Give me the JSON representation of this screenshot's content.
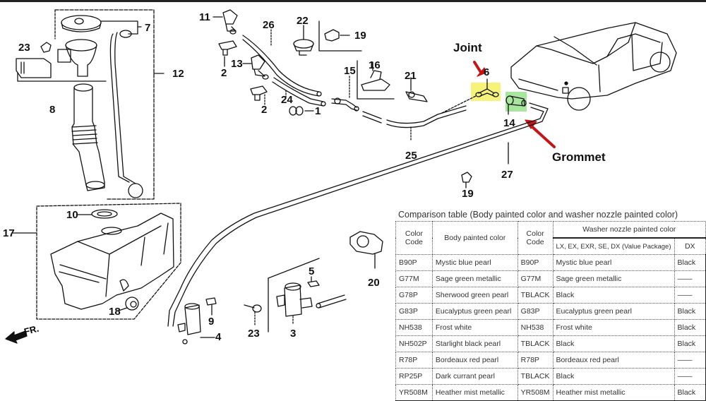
{
  "diagram": {
    "part_labels": {
      "p1": "1",
      "p2a": "2",
      "p2b": "2",
      "p3": "3",
      "p4": "4",
      "p5": "5",
      "p6": "6",
      "p7": "7",
      "p8": "8",
      "p9": "9",
      "p10": "10",
      "p11": "11",
      "p12": "12",
      "p13": "13",
      "p14": "14",
      "p15": "15",
      "p16": "16",
      "p17": "17",
      "p18": "18",
      "p19a": "19",
      "p19b": "19",
      "p20": "20",
      "p21": "21",
      "p22": "22",
      "p23a": "23",
      "p23b": "23",
      "p24": "24",
      "p25": "25",
      "p26": "26",
      "p27": "27"
    },
    "direction_label": "FR.",
    "annotations": {
      "joint": "Joint",
      "grommet": "Grommet"
    },
    "colors": {
      "joint_highlight": "#f6f27a",
      "grommet_highlight": "#a8e6a0",
      "arrow": "#c0171b",
      "line": "#111111",
      "top_border": "#222222"
    }
  },
  "comparison_table": {
    "title": "Comparison table   (Body painted color and washer nozzle painted color)",
    "headers": {
      "color_code": "Color Code",
      "body_painted_color": "Body painted color",
      "color_code_2": "Color Code",
      "washer_nozzle": "Washer nozzle painted color",
      "lx_ex": "LX, EX, EXR, SE, DX (Value Package)",
      "dx": "DX"
    },
    "rows": [
      {
        "code": "B90P",
        "body": "Mystic blue pearl",
        "code2": "B90P",
        "nozzle": "Mystic blue pearl",
        "dx": "Black"
      },
      {
        "code": "G77M",
        "body": "Sage green metallic",
        "code2": "G77M",
        "nozzle": "Sage green metallic",
        "dx": "——"
      },
      {
        "code": "G78P",
        "body": "Sherwood green pearl",
        "code2": "TBLACK",
        "nozzle": "Black",
        "dx": "——"
      },
      {
        "code": "G83P",
        "body": "Eucalyptus green pearl",
        "code2": "G83P",
        "nozzle": "Eucalyptus green pearl",
        "dx": "Black"
      },
      {
        "code": "NH538",
        "body": "Frost white",
        "code2": "NH538",
        "nozzle": "Frost white",
        "dx": "Black"
      },
      {
        "code": "NH502P",
        "body": "Starlight black pearl",
        "code2": "TBLACK",
        "nozzle": "Black",
        "dx": "Black"
      },
      {
        "code": "R78P",
        "body": "Bordeaux red pearl",
        "code2": "R78P",
        "nozzle": "Bordeaux red pearl",
        "dx": "——"
      },
      {
        "code": "RP25P",
        "body": "Dark currant pearl",
        "code2": "TBLACK",
        "nozzle": "Black",
        "dx": "——"
      },
      {
        "code": "YR508M",
        "body": "Heather mist metallic",
        "code2": "YR508M",
        "nozzle": "Heather mist metallic",
        "dx": "Black"
      }
    ]
  }
}
